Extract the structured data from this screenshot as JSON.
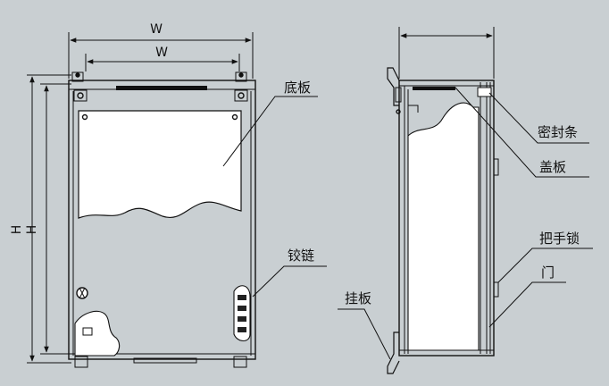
{
  "dimensions": {
    "outer_width": "W",
    "inner_width": "W",
    "outer_height": "H",
    "inner_height": "H"
  },
  "labels": {
    "base_plate": "底板",
    "sealing_strip": "密封条",
    "cover_plate": "盖板",
    "hinge": "铰链",
    "handle_lock": "把手锁",
    "door": "门",
    "hanging_plate": "挂板"
  },
  "colors": {
    "background": "#c9cfd2",
    "line": "#111111"
  }
}
